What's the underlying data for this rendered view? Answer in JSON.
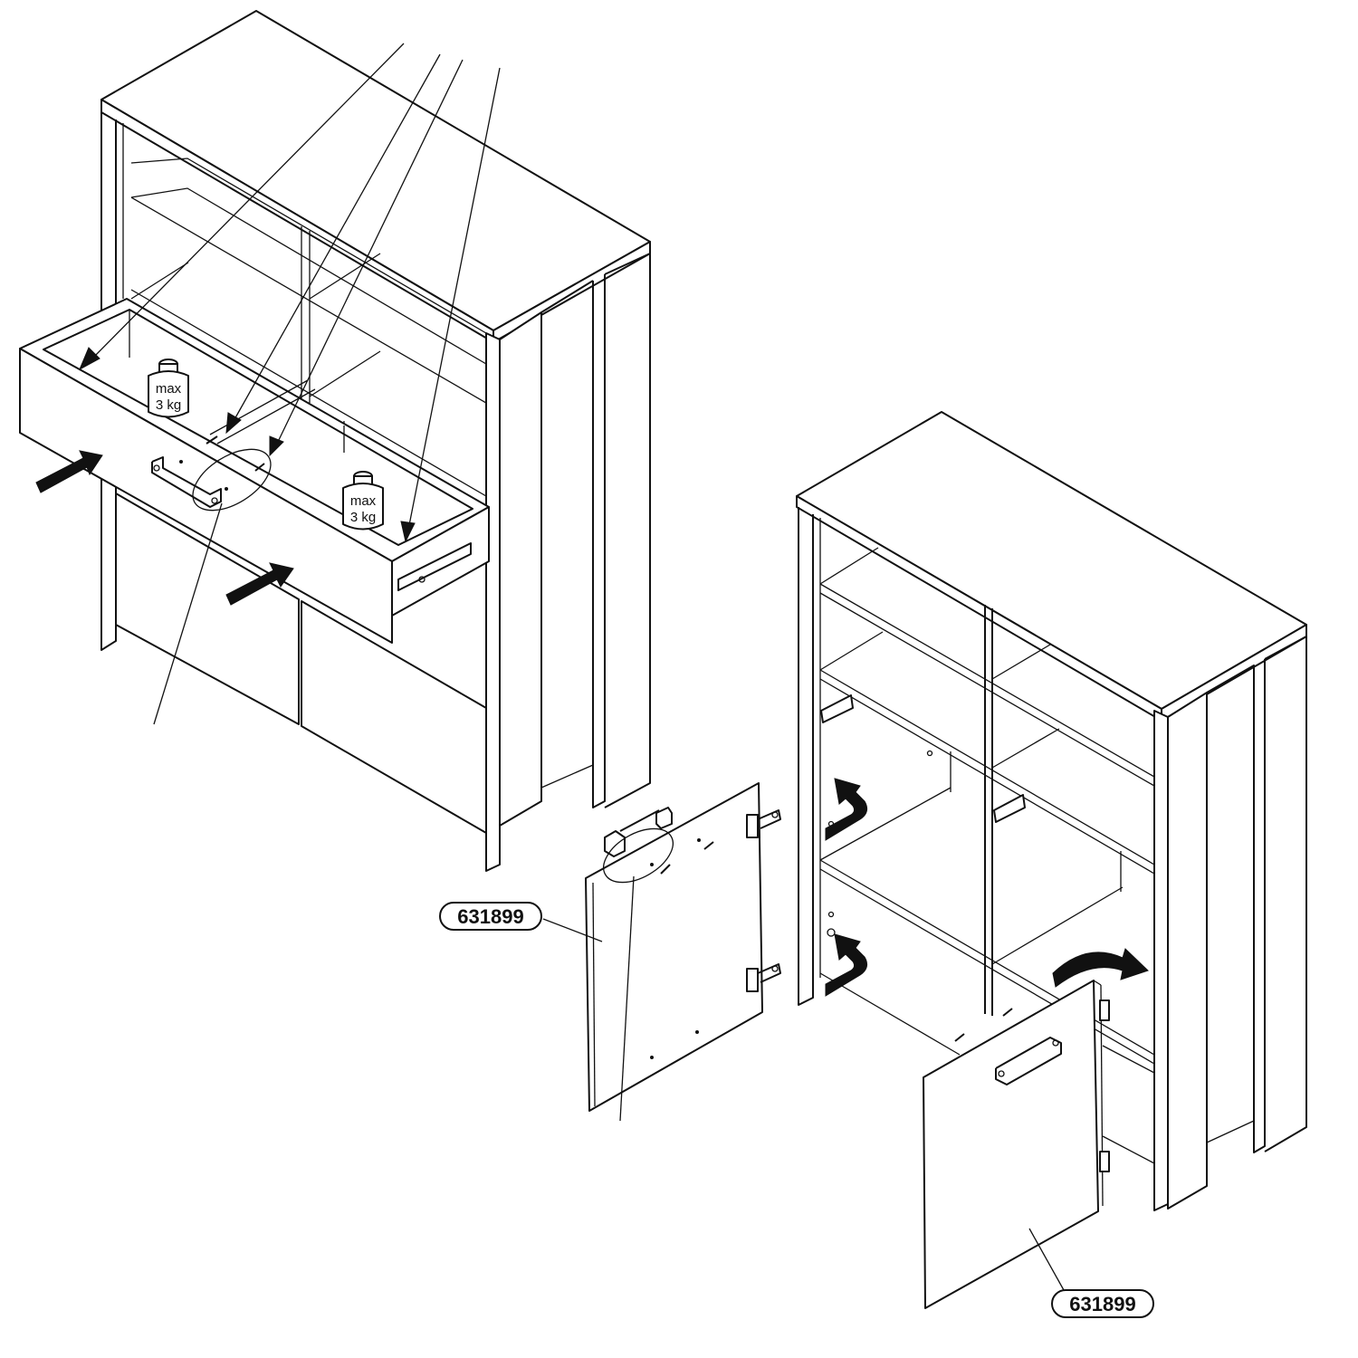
{
  "diagram": {
    "left_cabinet": {
      "weight_limits": [
        {
          "line1": "max",
          "line2": "3 kg"
        },
        {
          "line1": "max",
          "line2": "3 kg"
        }
      ]
    },
    "part_labels": [
      {
        "text": "631899"
      },
      {
        "text": "631899"
      }
    ]
  }
}
